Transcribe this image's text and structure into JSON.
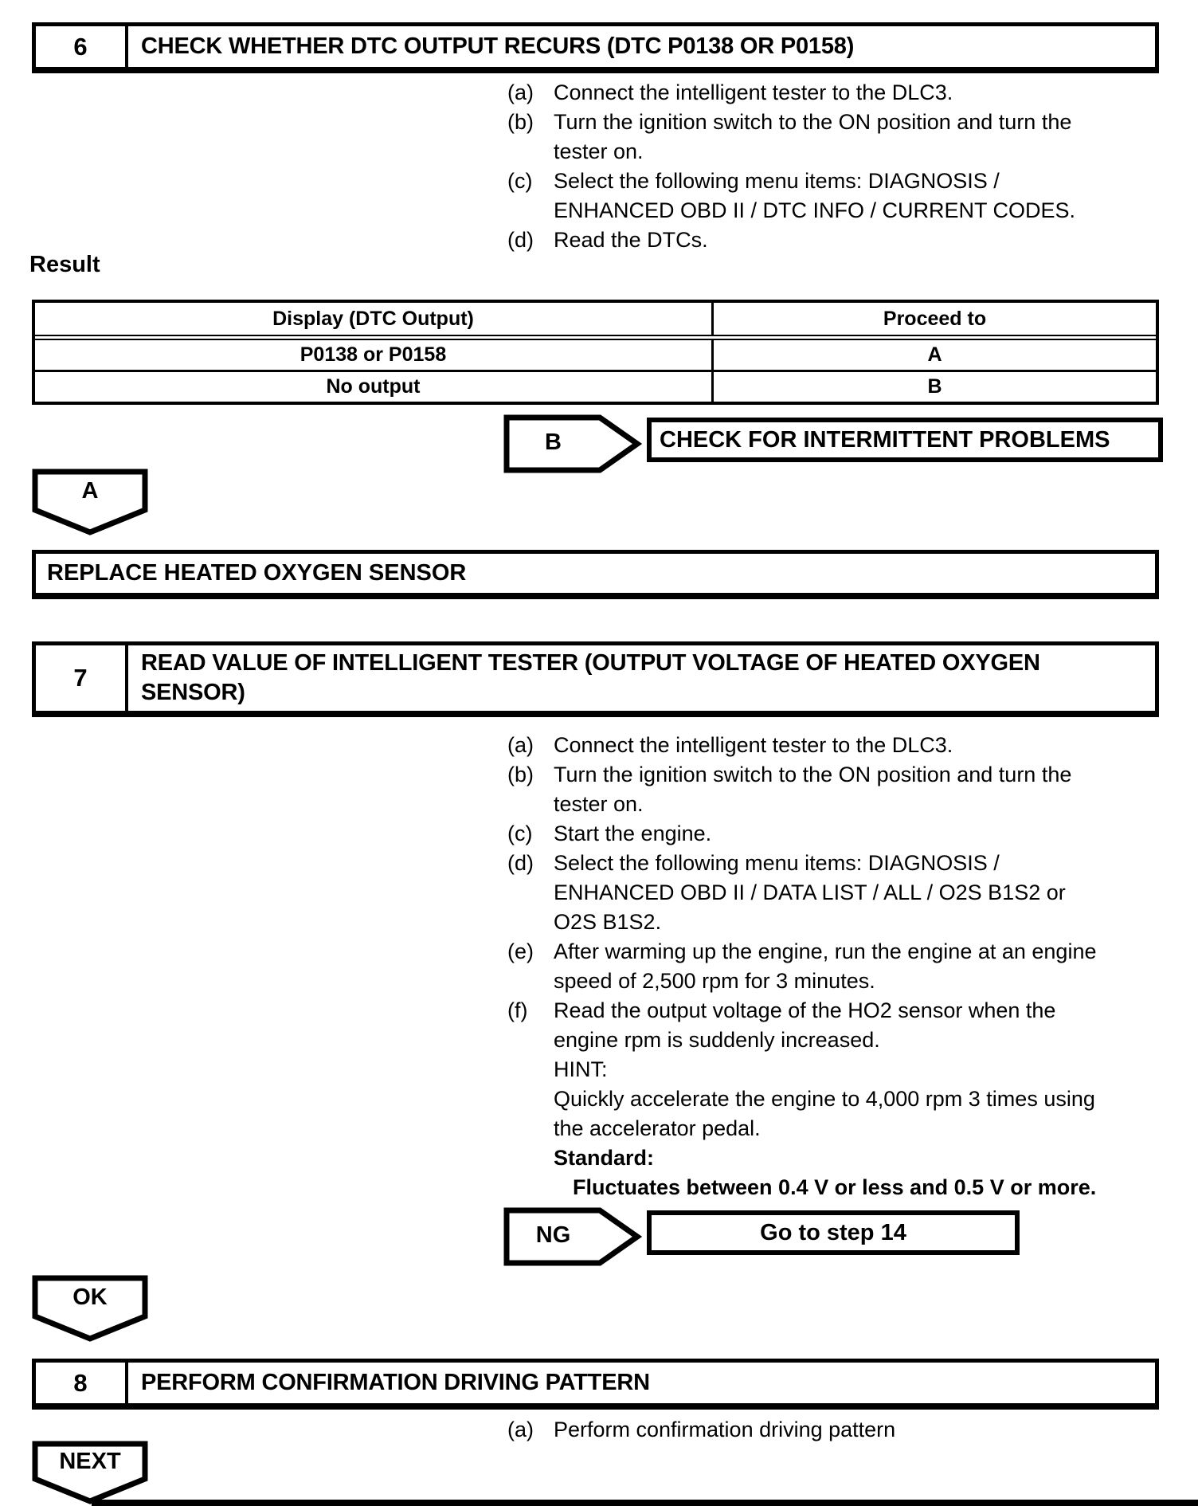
{
  "colors": {
    "ink": "#000000",
    "paper": "#ffffff"
  },
  "steps": [
    {
      "number": "6",
      "title_lines": [
        "CHECK WHETHER DTC OUTPUT RECURS (DTC P0138 OR P0158)"
      ]
    },
    {
      "number": "7",
      "title_lines": [
        "READ VALUE OF INTELLIGENT TESTER (OUTPUT VOLTAGE OF HEATED OXYGEN",
        "SENSOR)"
      ]
    },
    {
      "number": "8",
      "title_lines": [
        "PERFORM CONFIRMATION DRIVING PATTERN"
      ]
    }
  ],
  "instructions_step6": [
    {
      "label": "(a)",
      "text": "Connect the intelligent tester to the DLC3."
    },
    {
      "label": "(b)",
      "text": "Turn the ignition switch to the ON position and turn the"
    },
    {
      "label": "",
      "text": "tester on."
    },
    {
      "label": "(c)",
      "text": "Select the following menu items: DIAGNOSIS /"
    },
    {
      "label": "",
      "text": "ENHANCED OBD II / DTC INFO / CURRENT CODES."
    },
    {
      "label": "(d)",
      "text": "Read the DTCs."
    }
  ],
  "result_section": {
    "heading": "Result",
    "table": {
      "headers": [
        "Display (DTC Output)",
        "Proceed to"
      ],
      "rows": [
        [
          "P0138 or P0158",
          "A"
        ],
        [
          "No output",
          "B"
        ]
      ]
    }
  },
  "connectors": {
    "b_label": "B",
    "b_action": "CHECK FOR INTERMITTENT PROBLEMS",
    "a_label": "A",
    "replace_action": "REPLACE HEATED OXYGEN SENSOR",
    "ng_label": "NG",
    "ng_action": "Go to step 14",
    "ok_label": "OK",
    "next_label": "NEXT"
  },
  "instructions_step7": [
    {
      "label": "(a)",
      "text": "Connect the intelligent tester to the DLC3."
    },
    {
      "label": "(b)",
      "text": "Turn the ignition switch to the ON position and turn the"
    },
    {
      "label": "",
      "text": "tester on."
    },
    {
      "label": "(c)",
      "text": "Start the engine."
    },
    {
      "label": "(d)",
      "text": "Select the following menu items: DIAGNOSIS /"
    },
    {
      "label": "",
      "text": "ENHANCED OBD II / DATA LIST / ALL / O2S B1S2 or"
    },
    {
      "label": "",
      "text": "O2S B1S2."
    },
    {
      "label": "(e)",
      "text": "After warming up the engine, run the engine at an engine"
    },
    {
      "label": "",
      "text": "speed of 2,500 rpm for 3 minutes."
    },
    {
      "label": "(f)",
      "text": "Read the output voltage of the HO2 sensor when the"
    },
    {
      "label": "",
      "text": "engine rpm is suddenly increased."
    },
    {
      "label": "",
      "text": "HINT:"
    },
    {
      "label": "",
      "text": "Quickly accelerate the engine to 4,000 rpm 3 times using"
    },
    {
      "label": "",
      "text": "the accelerator pedal."
    },
    {
      "label": "",
      "text": "Standard:",
      "bold": true
    },
    {
      "label": "",
      "text": "Fluctuates between 0.4 V or less and 0.5 V or more.",
      "bold": true,
      "indent": true
    }
  ],
  "instructions_step8": [
    {
      "label": "(a)",
      "text": "Perform confirmation driving pattern"
    }
  ]
}
